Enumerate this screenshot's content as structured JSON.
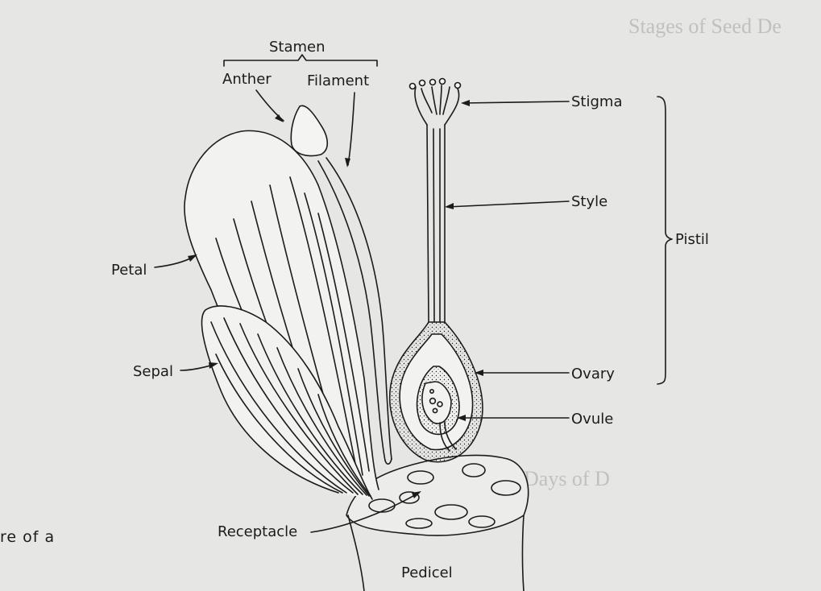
{
  "diagram": {
    "labels": {
      "stamen": "Stamen",
      "anther": "Anther",
      "filament": "Filament",
      "stigma": "Stigma",
      "style": "Style",
      "pistil": "Pistil",
      "petal": "Petal",
      "sepal": "Sepal",
      "ovary": "Ovary",
      "ovule": "Ovule",
      "receptacle": "Receptacle",
      "pedicel": "Pedicel"
    }
  },
  "page_text": {
    "margin_fragment": "re  of  a"
  },
  "colors": {
    "paper": "#e6e6e4",
    "ink": "#1b1b1b",
    "bleed_through": "#9b9b9b"
  }
}
